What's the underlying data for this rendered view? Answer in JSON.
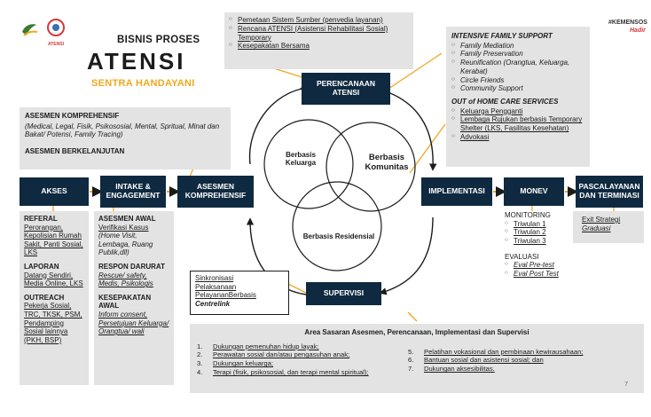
{
  "header": {
    "title_line1": "BISNIS PROSES",
    "title_line2": "ATENSI",
    "subtitle": "SENTRA HANDAYANI",
    "logo_small_text": "ATENSI",
    "hashtag": "#KEMENSOS",
    "hashtag_sub": "Hadir",
    "page_number": "7"
  },
  "top_bullets": [
    "Pemetaan Sistem Sumber (penvedia layanan)",
    "Rencana ATENSI (Asistensi Rehabilitasi Sosial) Temporary",
    "Kesepakatan Bersama"
  ],
  "right_top": {
    "intensive_title": "INTENSIVE FAMILY SUPPORT",
    "intensive_items": [
      "Family Mediation",
      "Family Preservation",
      "Reunification (Orangtua, Keluarga, Kerabat)",
      "Circle Friends",
      "Community Support"
    ],
    "outhome_title": "OUT of HOME CARE SERVICES",
    "outhome_items": [
      "Keluarga Pengganti",
      "Lembaga Rujukan berbasis Temporary Shelter (LKS, Fasilitas Kesehatan)",
      "Advokasi"
    ]
  },
  "asesmen_box": {
    "title": "ASESMEN KOMPREHENSIF",
    "detail": "(Medical, Legal, Fisik, Psikososial, Mental, Spritual, Minat dan Bakat/ Potensi, Family Tracing)",
    "berkelanjutan": "ASESMEN BERKELANJUTAN"
  },
  "flow": {
    "akses": "AKSES",
    "intake": "INTAKE & ENGAGEMENT",
    "asesmen": "ASESMEN KOMPREHENSIF",
    "perencanaan": "PERENCANAAN ATENSI",
    "supervisi": "SUPERVISI",
    "implementasi": "IMPLEMENTASI",
    "monev": "MONEV",
    "pascalayanan": "PASCALAYANAN DAN TERMINASI"
  },
  "venn": {
    "keluarga": "Berbasis Keluarga",
    "komunitas": "Berbasis Komunitas",
    "residensial": "Berbasis Residensial"
  },
  "left_col": {
    "referal_title": "REFERAL",
    "referal_text": "Perorangan, Kepolisian Rumah Sakit, Panti Sosial, LKS",
    "laporan_title": "LAPORAN",
    "laporan_text": "Datang Sendiri, Media Online, LKS",
    "outreach_title": "OUTREACH",
    "outreach_text": "Pekerja Sosial, TRC, TKSK, PSM, Pendamping Sosial lainnya (PKH, BSP)"
  },
  "intake_col": {
    "asesmen_awal_title": "ASESMEN AWAL",
    "asesmen_awal_text1": "Verifikasi Kasus",
    "asesmen_awal_text2": "(Home Visit, Lembaga, Ruang Publik,dll)",
    "respon_title": "RESPON DARURAT",
    "respon_text": "Rescue/ safety, Medis, Psikologis",
    "kesepakatan_title": "KESEPAKATAN AWAL",
    "kesepakatan_text": "Inform consent, Persetujuan Keluarga/ Orangtua/ wali"
  },
  "sinkron": {
    "line1": "Sinkronisasi",
    "line2": "Pelaksanaan",
    "line3": "PelayananBerbasis",
    "line4": "Centrelink"
  },
  "monev_detail": {
    "monitoring_title": "MONITORING",
    "monitoring_items": [
      "Triwulan 1",
      "Triwulan 2",
      "Triwulan 3"
    ],
    "evaluasi_title": "EVALUASI",
    "evaluasi_items": [
      "Eval Pre-test",
      "Eval Post Test"
    ]
  },
  "pasca_detail": {
    "line1": "Exit Strategi",
    "line2": "Graduasi"
  },
  "bottom": {
    "title": "Area Sasaran Asesmen, Perencanaan, Implementasi dan Supervisi",
    "left_items": [
      {
        "n": "1.",
        "t": "Dukungan pemenuhan hidup layak;"
      },
      {
        "n": "2.",
        "t": "Perawatan sosial dan/atau pengasuhan anak;"
      },
      {
        "n": "3.",
        "t": "Dukungan keluarga;"
      },
      {
        "n": "4.",
        "t": "Terapi (fisik, psikososial, dan terapi mental spiritual);"
      }
    ],
    "right_items": [
      {
        "n": "5.",
        "t": "Pelatihan vokasional dan pembinaan kewirausahaan;"
      },
      {
        "n": "6.",
        "t": "Bantuan sosial dan asistensi sosial; dan"
      },
      {
        "n": "7.",
        "t": "Dukungan aksesibilitas."
      }
    ]
  },
  "colors": {
    "navy": "#0f2a40",
    "gray_panel": "#e3e3e3",
    "accent_orange": "#f2a623",
    "subtitle_gold": "#f0a81c"
  }
}
